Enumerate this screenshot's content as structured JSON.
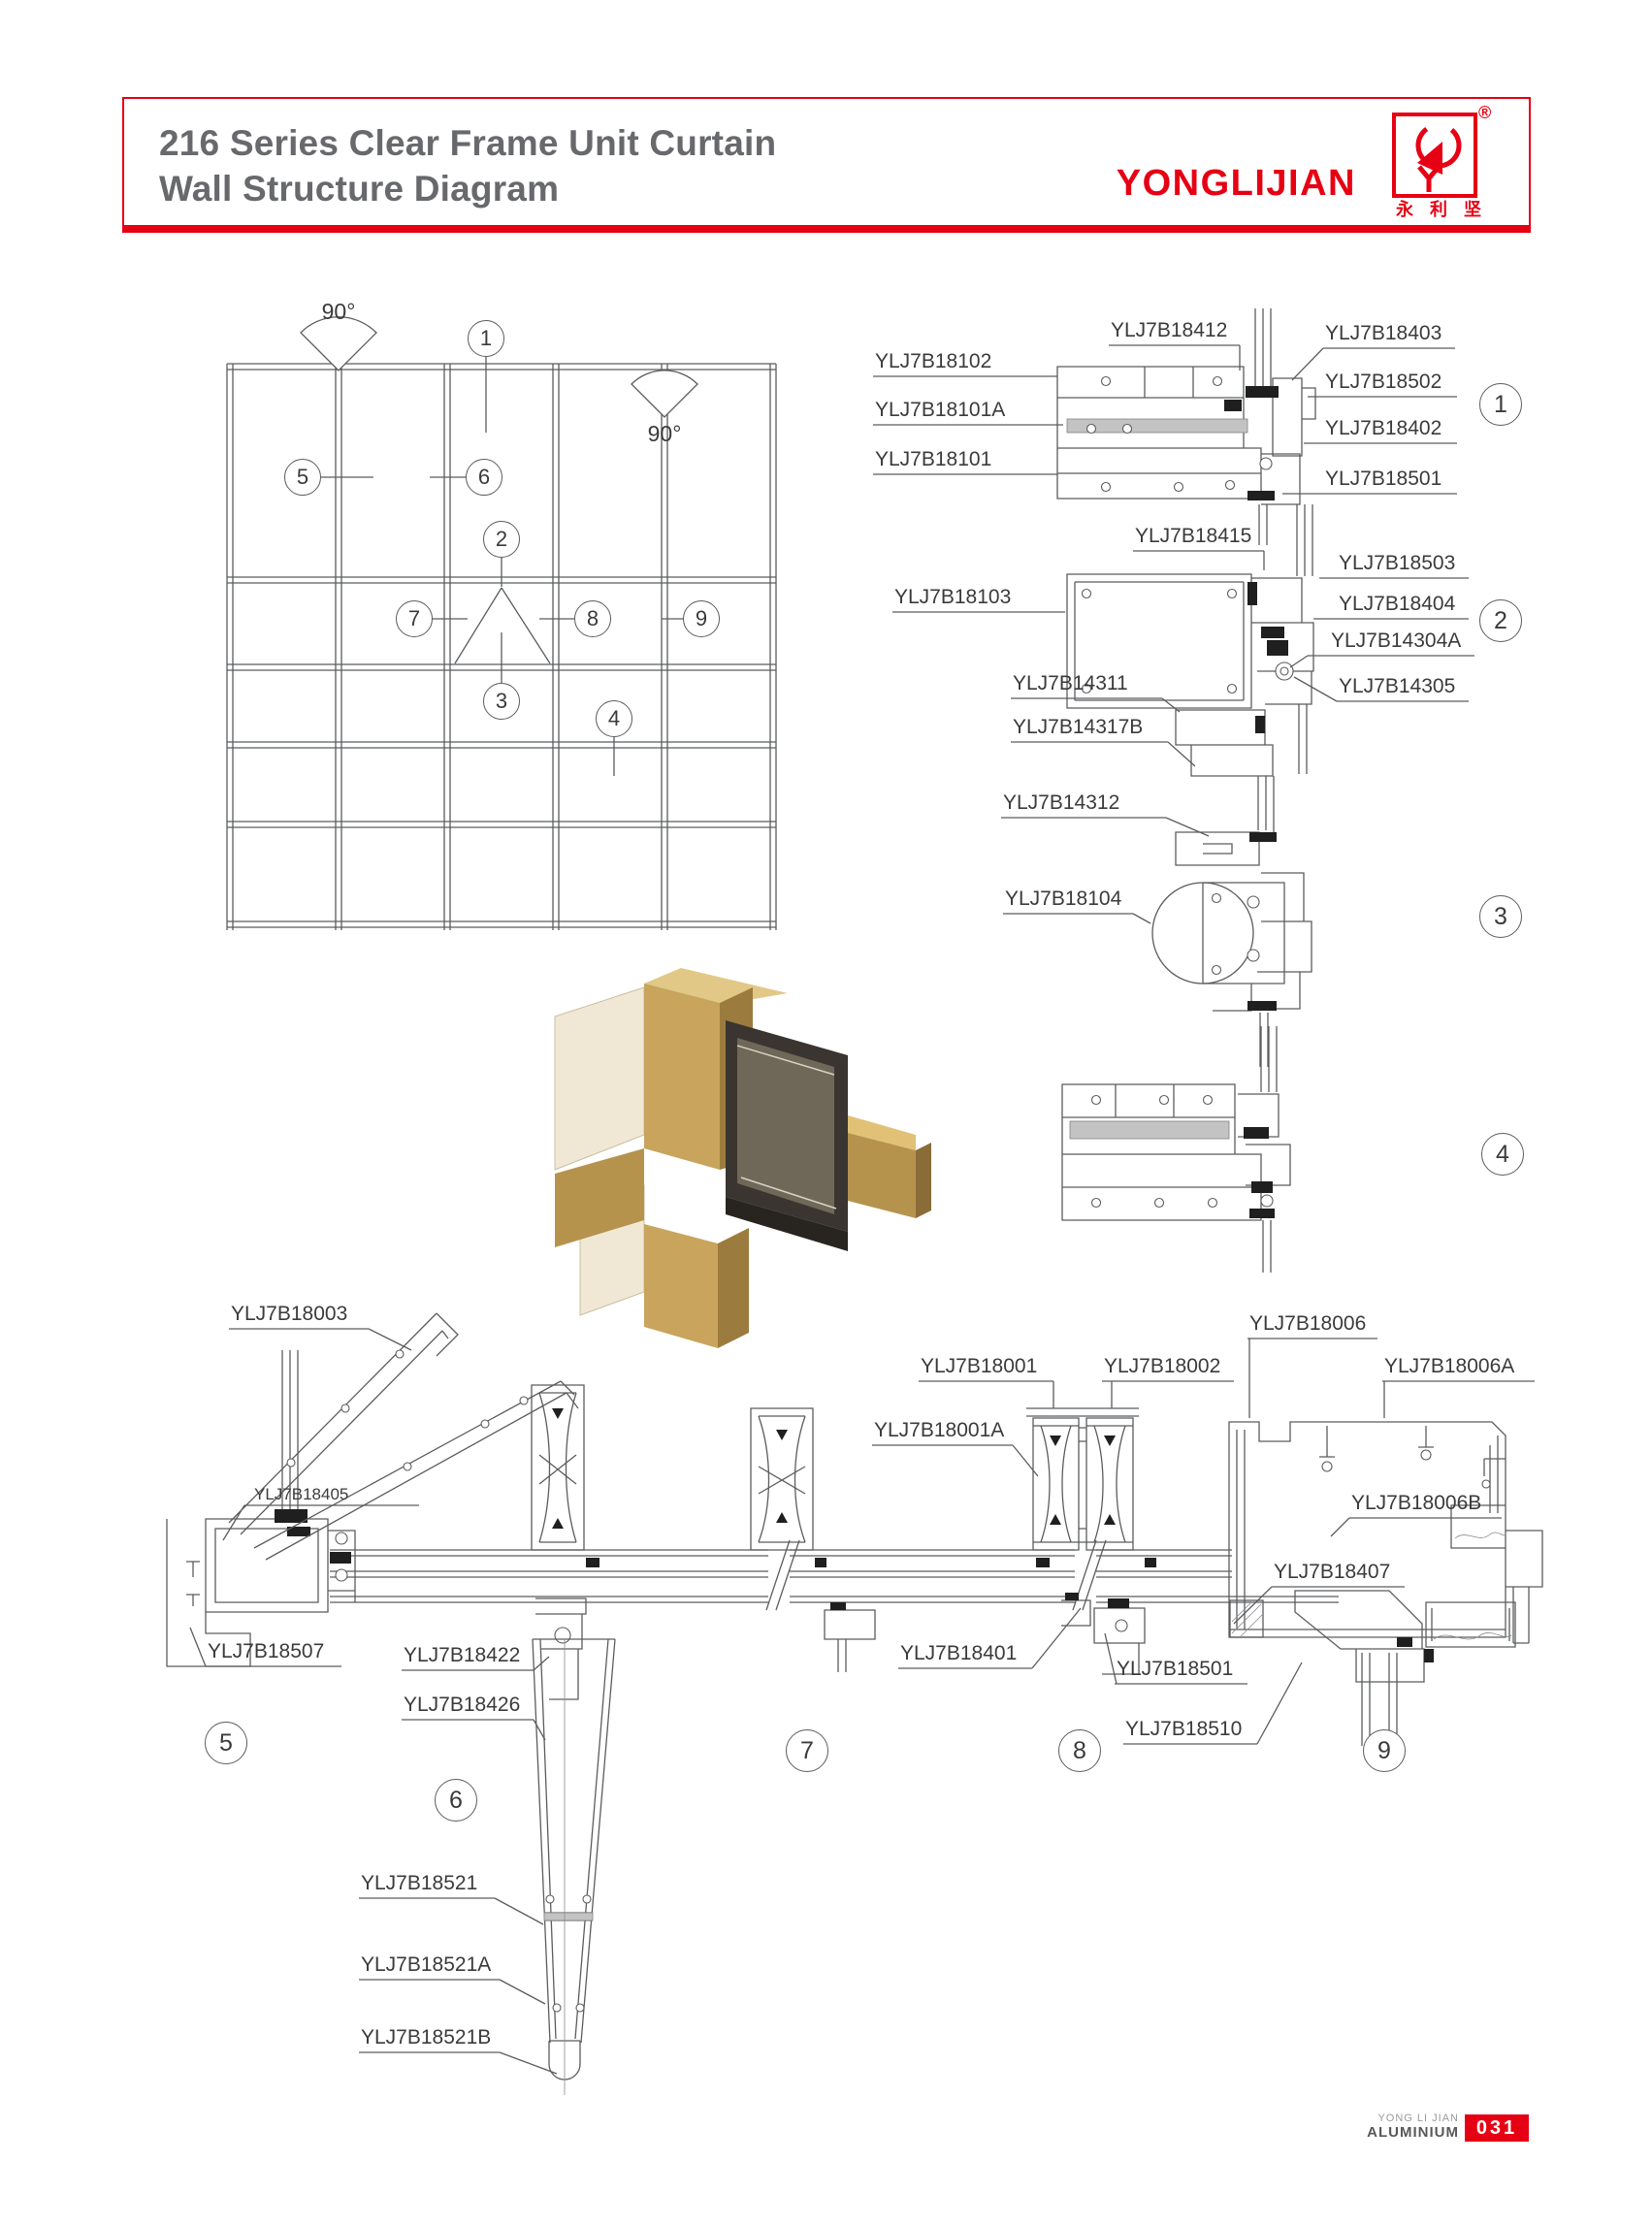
{
  "header": {
    "title_line1": "216 Series Clear Frame Unit Curtain",
    "title_line2": "Wall Structure Diagram",
    "brand": "YONGLIJIAN",
    "brand_cn": "永利坚",
    "registered": "®"
  },
  "elevation": {
    "angle_top": "90°",
    "angle_right": "90°"
  },
  "callouts": [
    "1",
    "2",
    "3",
    "4",
    "5",
    "6",
    "7",
    "8",
    "9"
  ],
  "labels": {
    "d1": {
      "l18102": "YLJ7B18102",
      "l18101A": "YLJ7B18101A",
      "l18101": "YLJ7B18101",
      "l18412": "YLJ7B18412",
      "l18403": "YLJ7B18403",
      "l18502": "YLJ7B18502",
      "l18402": "YLJ7B18402",
      "l18501": "YLJ7B18501"
    },
    "d2": {
      "l18415": "YLJ7B18415",
      "l18103": "YLJ7B18103",
      "l18503": "YLJ7B18503",
      "l18404": "YLJ7B18404",
      "l14304A": "YLJ7B14304A",
      "l14305": "YLJ7B14305",
      "l14311": "YLJ7B14311",
      "l14317B": "YLJ7B14317B"
    },
    "d3": {
      "l14312": "YLJ7B14312",
      "l18104": "YLJ7B18104"
    },
    "bottom": {
      "l18003": "YLJ7B18003",
      "l18405": "YLJ7B18405",
      "l18507": "YLJ7B18507",
      "l18422": "YLJ7B18422",
      "l18426": "YLJ7B18426",
      "l18001": "YLJ7B18001",
      "l18002": "YLJ7B18002",
      "l18001A": "YLJ7B18001A",
      "l18006": "YLJ7B18006",
      "l18006A": "YLJ7B18006A",
      "l18006B": "YLJ7B18006B",
      "l18407": "YLJ7B18407",
      "l18401": "YLJ7B18401",
      "l18501": "YLJ7B18501",
      "l18510": "YLJ7B18510",
      "l18521": "YLJ7B18521",
      "l18521A": "YLJ7B18521A",
      "l18521B": "YLJ7B18521B"
    }
  },
  "footer": {
    "brand_line1": "YONG LI JIAN",
    "brand_line2": "ALUMINIUM",
    "page": "031"
  },
  "colors": {
    "accent_red": "#e60013",
    "title_gray": "#68696c",
    "line_gray": "#5b5c5e",
    "label_gray": "#3b3b3d",
    "render_gold": "#c8a45c"
  }
}
